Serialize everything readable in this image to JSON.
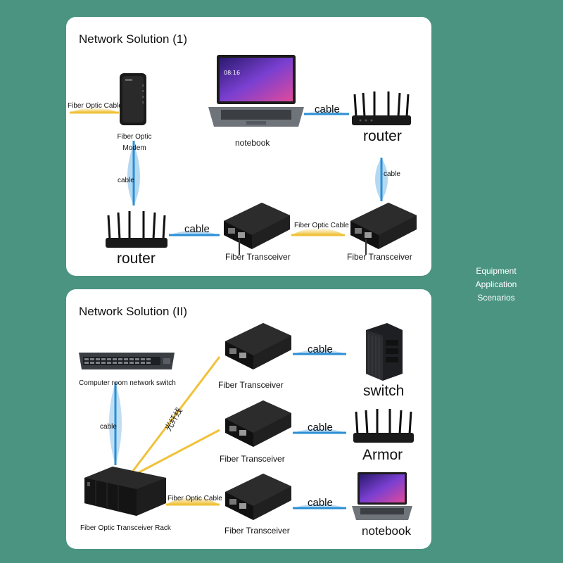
{
  "side_caption": [
    "Equipment",
    "Application",
    "Scenarios"
  ],
  "solution1": {
    "title": "Network Solution (1)",
    "labels": {
      "fiber_cable_modem": "Fiber Optic Cable",
      "modem": "Fiber Optic Modem",
      "notebook": "notebook",
      "cable_top": "cable",
      "router_top": "router",
      "cable_right": "cable",
      "cable_left": "cable",
      "router_bottom": "router",
      "cable_bottom": "cable",
      "transceiver_a": "Fiber Transceiver",
      "fiber_cable_mid": "Fiber Optic Cable",
      "transceiver_b": "Fiber Transceiver"
    }
  },
  "solution2": {
    "title": "Network Solution (II)",
    "labels": {
      "switch_device": "Computer room network switch",
      "cable_left": "cable",
      "fiber_cn": "光纤线",
      "rack": "Fiber Optic Transceiver Rack",
      "fiber_cable": "Fiber Optic Cable",
      "transceiver_1": "Fiber Transceiver",
      "transceiver_2": "Fiber Transceiver",
      "transceiver_3": "Fiber Transceiver",
      "cable_1": "cable",
      "cable_2": "cable",
      "cable_3": "cable",
      "end_1": "switch",
      "end_2": "Armor",
      "end_3": "notebook"
    }
  },
  "colors": {
    "background": "#4a9481",
    "panel": "#ffffff",
    "cable_blue": "#2b8fd6",
    "fiber_yellow": "#f0c23a"
  }
}
